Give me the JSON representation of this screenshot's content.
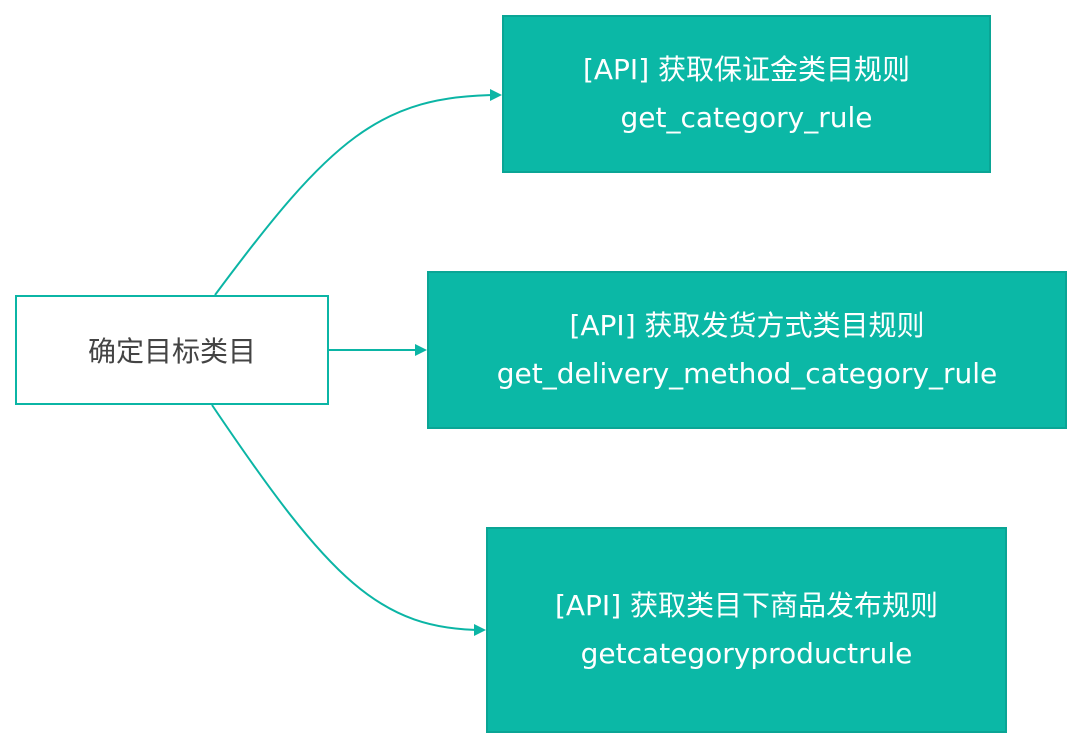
{
  "diagram": {
    "source": {
      "label": "确定目标类目"
    },
    "targets": [
      {
        "title": "[API] 获取保证金类目规则",
        "api": "get_category_rule"
      },
      {
        "title": "[API] 获取发货方式类目规则",
        "api": "get_delivery_method_category_rule"
      },
      {
        "title": "[API] 获取类目下商品发布规则",
        "api": "getcategoryproductrule"
      }
    ],
    "colors": {
      "node_fill": "#0bb8a6",
      "edge": "#0bb5a5",
      "source_border": "#0bb5a5",
      "source_text": "#444444",
      "node_text": "#ffffff"
    }
  }
}
